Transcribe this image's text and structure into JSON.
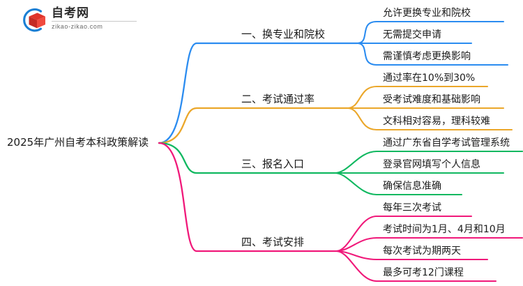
{
  "logo": {
    "name": "自考网",
    "url": "zikao-zikao.com",
    "mark_icon": "graduation-book-logo-icon",
    "arc_color": "#1a7fd4",
    "book_color": "#e0352b"
  },
  "mindmap": {
    "root": {
      "label": "2025年广州自考本科政策解读"
    },
    "branches": [
      {
        "label": "一、换专业和院校",
        "color": "#2b8cf0",
        "children": [
          "允许更换专业和院校",
          "无需提交申请",
          "需谨慎考虑更换影响"
        ]
      },
      {
        "label": "二、考试通过率",
        "color": "#eba72a",
        "children": [
          "通过率在10%到30%",
          "受考试难度和基础影响",
          "文科相对容易，理科较难"
        ]
      },
      {
        "label": "三、报名入口",
        "color": "#10b860",
        "children": [
          "通过广东省自学考试管理系统",
          "登录官网填写个人信息",
          "确保信息准确"
        ]
      },
      {
        "label": "四、考试安排",
        "color": "#f0197a",
        "children": [
          "每年三次考试",
          "考试时间为1月、4月和10月",
          "每次考试为期两天",
          "最多可考12门课程"
        ]
      }
    ]
  }
}
